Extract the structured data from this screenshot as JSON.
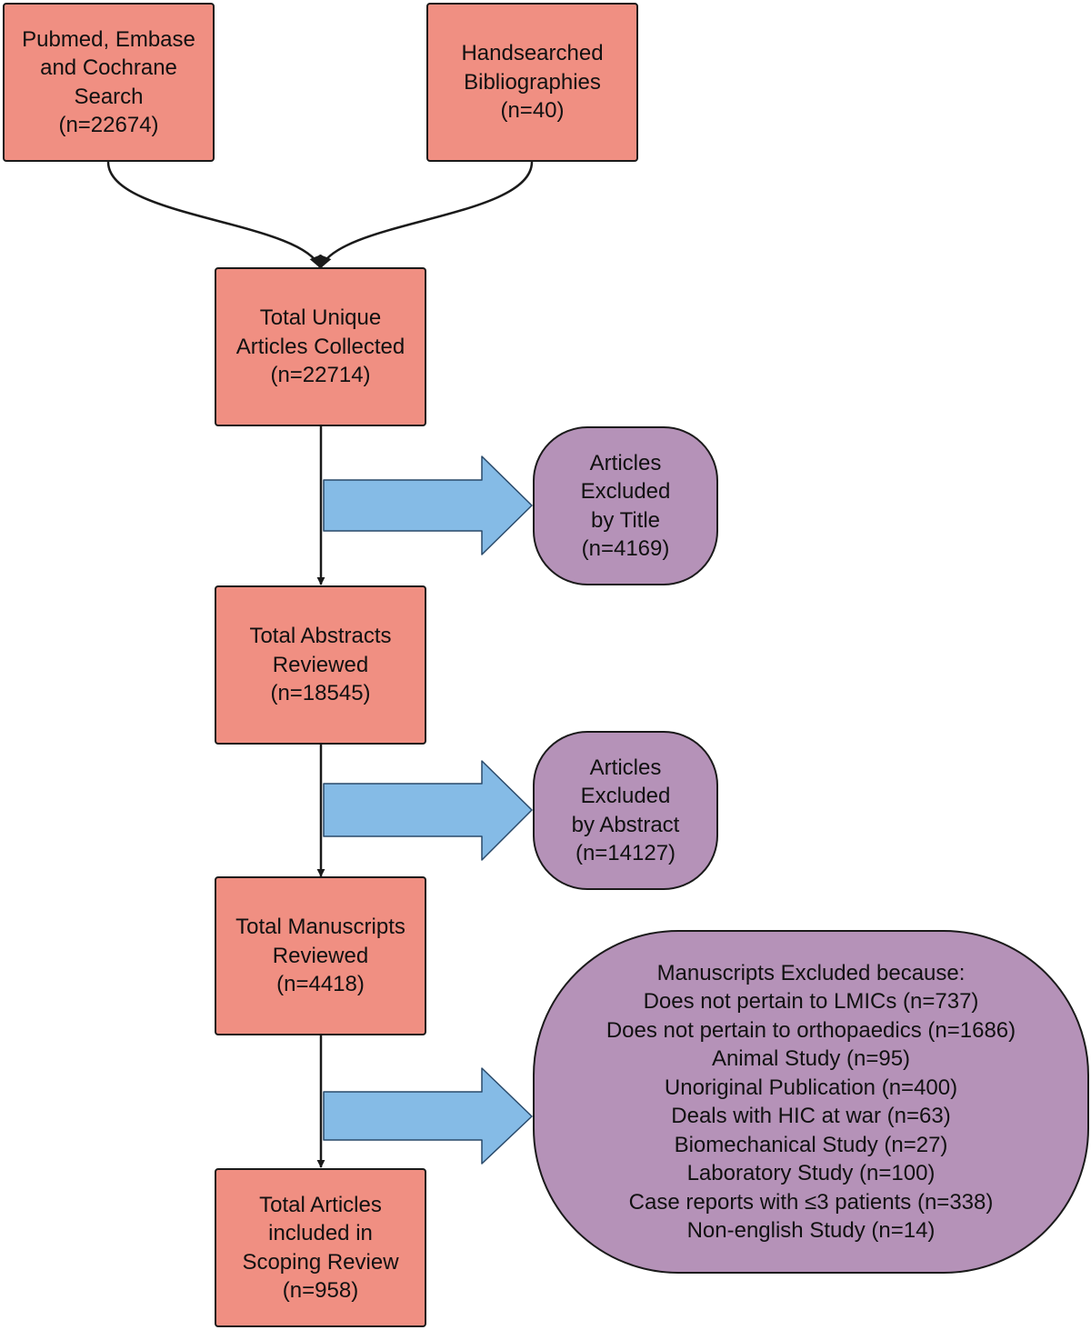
{
  "colors": {
    "box_fill": "#f08f82",
    "oval_fill": "#b592b8",
    "arrow_fill": "#85bbe6",
    "stroke": "#1a1a1a"
  },
  "boxes": {
    "databases": [
      "Pubmed, Embase",
      "and Cochrane",
      "Search",
      "(n=22674)"
    ],
    "handsearched": [
      "Handsearched",
      "Bibliographies",
      "(n=40)"
    ],
    "unique": [
      "Total Unique",
      "Articles Collected",
      "(n=22714)"
    ],
    "abstracts": [
      "Total Abstracts",
      "Reviewed",
      "(n=18545)"
    ],
    "manuscripts": [
      "Total Manuscripts",
      "Reviewed",
      "(n=4418)"
    ],
    "included": [
      "Total Articles",
      "included in",
      "Scoping Review",
      "(n=958)"
    ]
  },
  "exclusions": {
    "title": [
      "Articles",
      "Excluded",
      "by Title",
      "(n=4169)"
    ],
    "abstract": [
      "Articles",
      "Excluded",
      "by Abstract",
      "(n=14127)"
    ],
    "manuscripts": [
      "Manuscripts Excluded because:",
      "Does not pertain to LMICs (n=737)",
      "Does not pertain to orthopaedics (n=1686)",
      "Animal Study (n=95)",
      "Unoriginal Publication (n=400)",
      "Deals with HIC at war (n=63)",
      "Biomechanical Study (n=27)",
      "Laboratory Study (n=100)",
      "Case reports with ≤3 patients (n=338)",
      "Non-english Study (n=14)"
    ]
  }
}
